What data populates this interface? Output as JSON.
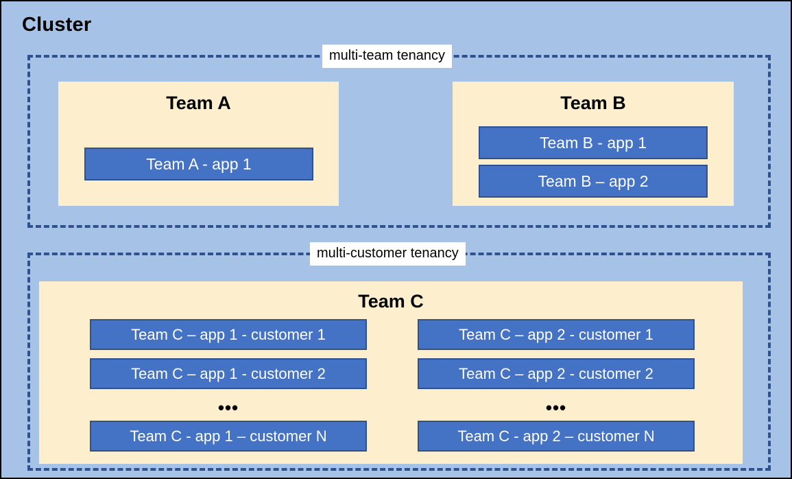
{
  "diagram": {
    "title": "Cluster",
    "background_color": "#A6C3E7",
    "zone_border_color": "#2F528F",
    "team_box_color": "#FDEFCD",
    "app_chip_color": "#4472C4",
    "app_chip_border_color": "#2F528F",
    "zones": [
      {
        "id": "multi-team",
        "label": "multi-team tenancy",
        "teams": [
          {
            "id": "team-a",
            "title": "Team A",
            "apps": [
              {
                "label": "Team A - app 1"
              }
            ]
          },
          {
            "id": "team-b",
            "title": "Team B",
            "apps": [
              {
                "label": "Team B - app 1"
              },
              {
                "label": "Team B – app 2"
              }
            ]
          }
        ]
      },
      {
        "id": "multi-customer",
        "label": "multi-customer tenancy",
        "teams": [
          {
            "id": "team-c",
            "title": "Team C",
            "columns": [
              {
                "id": "team-c-app-1",
                "items": [
                  {
                    "label": "Team C – app 1 - customer 1"
                  },
                  {
                    "label": "Team C – app 1 - customer 2"
                  }
                ],
                "ellipsis": "•••",
                "last": {
                  "label": "Team C - app 1 – customer N"
                }
              },
              {
                "id": "team-c-app-2",
                "items": [
                  {
                    "label": "Team C – app 2 - customer 1"
                  },
                  {
                    "label": "Team C – app 2 - customer 2"
                  }
                ],
                "ellipsis": "•••",
                "last": {
                  "label": "Team C - app 2 – customer N"
                }
              }
            ]
          }
        ]
      }
    ]
  }
}
